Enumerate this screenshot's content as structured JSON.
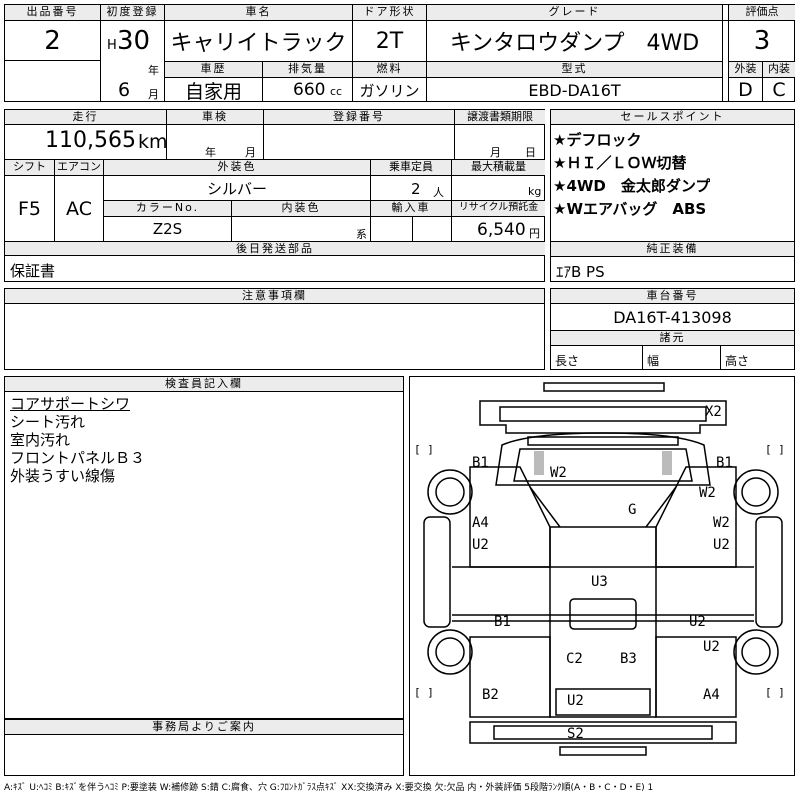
{
  "header_labels": {
    "lot_no": "出品番号",
    "first_reg": "初度登録",
    "car_name": "車名",
    "door": "ドア形状",
    "grade": "グレード",
    "score": "評価点",
    "history": "車歴",
    "displacement": "排気量",
    "fuel": "燃料",
    "model_code": "型式",
    "exterior": "外装",
    "interior": "内装",
    "year_unit": "年",
    "month_unit": "月"
  },
  "header": {
    "lot_no": "2",
    "era": "H",
    "year": "30",
    "month": "6",
    "car_name": "キャリイトラック",
    "door": "2T",
    "grade": "キンタロウダンプ　4WD",
    "score": "3",
    "history": "自家用",
    "displacement": "660",
    "displacement_unit": "cc",
    "fuel": "ガソリン",
    "model_code": "EBD-DA16T",
    "exterior_grade": "D",
    "interior_grade": "C"
  },
  "spec_labels": {
    "mileage": "走行",
    "inspection": "車検",
    "reg_no": "登録番号",
    "transfer_deadline": "譲渡書類期限",
    "shift": "シフト",
    "aircon": "エアコン",
    "exterior_color": "外装色",
    "capacity": "乗車定員",
    "max_load": "最大積載量",
    "color_no": "カラーNo.",
    "interior_color": "内装色",
    "import": "輸入車",
    "recycle": "リサイクル預託金",
    "later_parts": "後日発送部品",
    "year_unit": "年",
    "month_unit": "月",
    "day_unit": "日",
    "people_unit": "人",
    "kg_unit": "kg",
    "yen_unit": "円",
    "series_unit": "系"
  },
  "spec": {
    "mileage": "110,565",
    "mileage_unit": "km",
    "shift": "F5",
    "aircon": "AC",
    "exterior_color": "シルバー",
    "capacity": "2",
    "color_no": "Z2S",
    "recycle": "6,540",
    "later_parts": "保証書"
  },
  "sales_points": {
    "title": "セールスポイント",
    "items": [
      "★デフロック",
      "★ＨＩ／ＬＯＷ切替",
      "★4WD　金太郎ダンプ",
      "★Wエアバッグ　ABS"
    ]
  },
  "equipment": {
    "title": "純正装備",
    "value": "ｴｱB PS"
  },
  "caution": {
    "title": "注意事項欄"
  },
  "chassis": {
    "title": "車台番号",
    "value": "DA16T-413098"
  },
  "dimensions": {
    "title": "諸元",
    "length": "長さ",
    "width": "幅",
    "height": "高さ"
  },
  "inspector": {
    "title": "検査員記入欄",
    "lines": [
      "コアサポートシワ",
      "シート汚れ",
      "室内汚れ",
      "フロントパネルＢ３",
      "外装うすい線傷"
    ]
  },
  "office": {
    "title": "事務局よりご案内"
  },
  "diagram_marks": {
    "x2": "X2",
    "b1_left": "B1",
    "w2_center": "W2",
    "b1_right": "B1",
    "w2_right_top": "W2",
    "g": "G",
    "a4_left": "A4",
    "u2_left": "U2",
    "w2_right": "W2",
    "u2_right": "U2",
    "u3": "U3",
    "b1_mid": "B1",
    "u2_mid": "U2",
    "u2_rear_right": "U2",
    "c2": "C2",
    "b3": "B3",
    "b2": "B2",
    "a4_right": "A4",
    "u2_bottom": "U2",
    "s2": "S2",
    "bracket": "[ ]"
  },
  "legend": "A:ｷｽﾞ U:ﾍｺﾐ B:ｷｽﾞを伴うﾍｺﾐ P:要塗装 W:補修跡 S:錆 C:腐食、穴 G:ﾌﾛﾝﾄｶﾞﾗｽ点ｷｽﾞ XX:交換済み X:要交換 欠:欠品 内・外装評価 5段階ﾗﾝｸ順(A・B・C・D・E) 1"
}
